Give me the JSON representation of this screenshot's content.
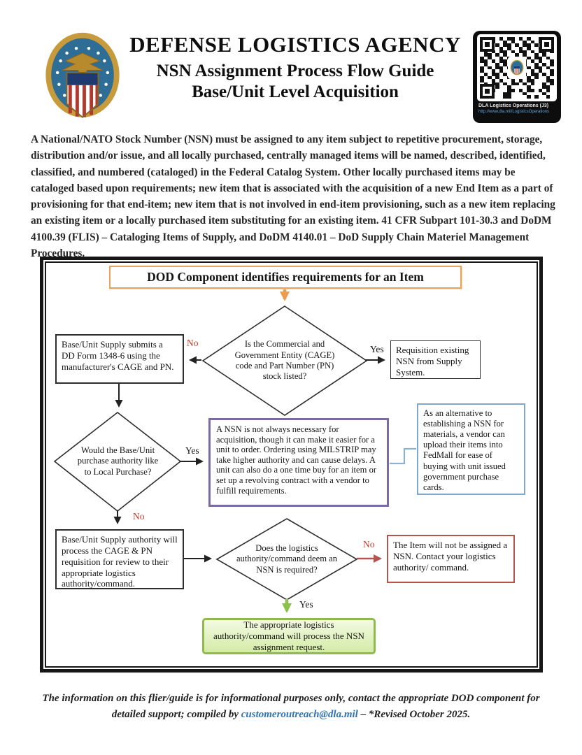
{
  "header": {
    "title": "DEFENSE LOGISTICS AGENCY",
    "subtitle1": "NSN Assignment Process Flow Guide",
    "subtitle2": "Base/Unit Level Acquisition",
    "qr": {
      "caption": "DLA Logistics Operations (J3)",
      "url_text": "http://www.dla.mil/LogisticsOperations"
    }
  },
  "intro": {
    "text": "A National/NATO Stock Number (NSN) must be assigned to any item subject to repetitive procurement, storage, distribution and/or issue, and all locally purchased, centrally managed items will be named, described, identified, classified, and numbered (cataloged) in the Federal Catalog System. Other locally purchased items may be cataloged based upon requirements; new item that is associated with the acquisition of a new End Item as a part of provisioning for that end-item; new item that is not involved in end-item provisioning, such as a new item replacing an existing item or a locally purchased item substituting for an existing item. 41 CFR Subpart 101-30.3 and DoDM 4100.39 (FLIS) – Cataloging Items of Supply, and DoDM 4140.01 – DoD Supply Chain Materiel Management Procedures."
  },
  "flowchart": {
    "title": "DOD Component identifies requirements for an Item",
    "nodes": {
      "decision_cage_pn_listed": "Is the Commercial and Government Entity (CAGE) code and Part Number (PN) stock listed?",
      "box_dd_form": "Base/Unit Supply submits a DD Form 1348-6 using the manufacturer's CAGE and PN.",
      "box_requisition": "Requisition existing NSN from Supply System.",
      "decision_local_purchase": "Would the Base/Unit purchase authority like to Local Purchase?",
      "note_nsn_not_always_necessary": "A NSN is not always necessary for acquisition, though it can make it easier for a unit to order.  Ordering using MILSTRIP may take higher authority and can cause delays.  A unit can also do a one time buy for an item or set up a revolving contract with a vendor to fulfill requirements.",
      "note_fedmall_alternative": "As an alternative to establishing a NSN for materials, a vendor can upload their items into FedMall for ease of buying with unit issued government purchase cards.",
      "box_supply_authority_process": "Base/Unit Supply authority will process the CAGE & PN requisition for review to their appropriate logistics authority/command.",
      "decision_nsn_required": "Does the logistics authority/command deem an NSN is required?",
      "box_item_not_assigned": "The Item will not be assigned a NSN. Contact your logistics authority/ command.",
      "box_assignment_processed": "The appropriate logistics authority/command will process the NSN assignment request."
    },
    "labels": {
      "no1": "No",
      "yes1": "Yes",
      "yes2": "Yes",
      "no2": "No",
      "no3": "No",
      "yes3": "Yes"
    }
  },
  "footer": {
    "text_before_email": "The information on this flier/guide is for informational purposes only, contact the appropriate DOD component for detailed support; compiled by ",
    "email": "customeroutreach@dla.mil",
    "text_after_email": "  – *Revised October 2025."
  },
  "colors": {
    "banner_orange": "#E8A35D",
    "arrow_orange": "#ED9C4F",
    "purple_border": "#7C6BA0",
    "blue_border": "#7FA8CC",
    "red_border": "#B5534E",
    "red_label": "#C0392B",
    "green_border": "#8EBB4C",
    "green_fill": "#DDF0B8",
    "link_blue": "#2E74B5",
    "ink": "#1C1C1C"
  }
}
